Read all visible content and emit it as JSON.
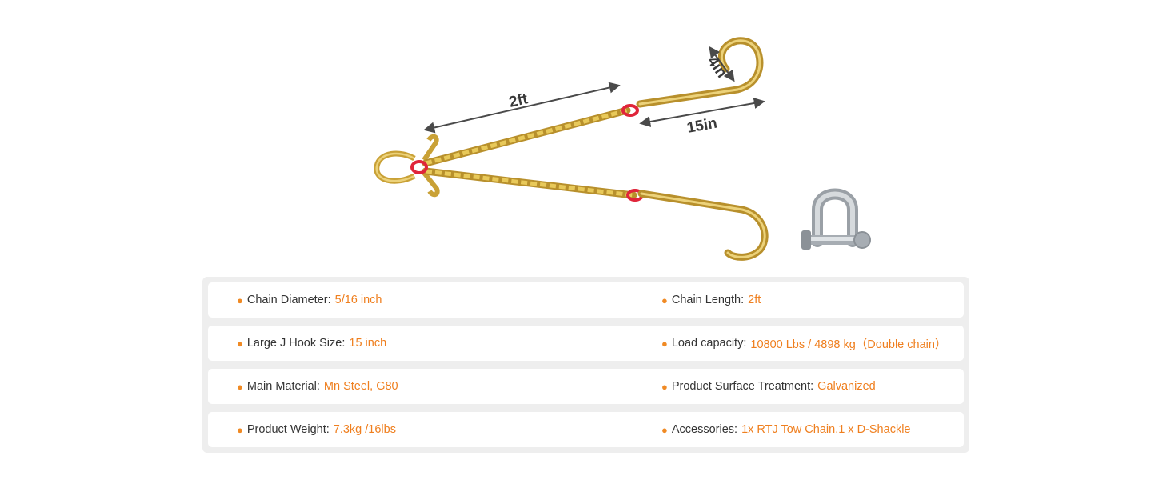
{
  "figure": {
    "dimension_labels": {
      "chain_length": "2ft",
      "hook_length": "15in",
      "hook_opening": "4in"
    },
    "colors": {
      "chain_gold": "#d9b84a",
      "link_red": "#e0253a",
      "shackle_silver": "#b9bec4",
      "arrow": "#4a4a4a"
    }
  },
  "specs": [
    {
      "left": {
        "label": "Chain Diameter:",
        "value": "5/16 inch"
      },
      "right": {
        "label": "Chain Length:",
        "value": "2ft"
      }
    },
    {
      "left": {
        "label": "Large J Hook Size:",
        "value": "15 inch"
      },
      "right": {
        "label": "Load capacity:",
        "value": "10800 Lbs / 4898 kg（Double chain）"
      }
    },
    {
      "left": {
        "label": "Main Material:",
        "value": "Mn Steel, G80"
      },
      "right": {
        "label": "Product Surface Treatment:",
        "value": "Galvanized"
      }
    },
    {
      "left": {
        "label": "Product Weight:",
        "value": "7.3kg /16lbs"
      },
      "right": {
        "label": "Accessories:",
        "value": "1x RTJ Tow Chain,1 x D-Shackle"
      }
    }
  ],
  "bullet_symbol": "●",
  "accent_color": "#ef7f1f"
}
